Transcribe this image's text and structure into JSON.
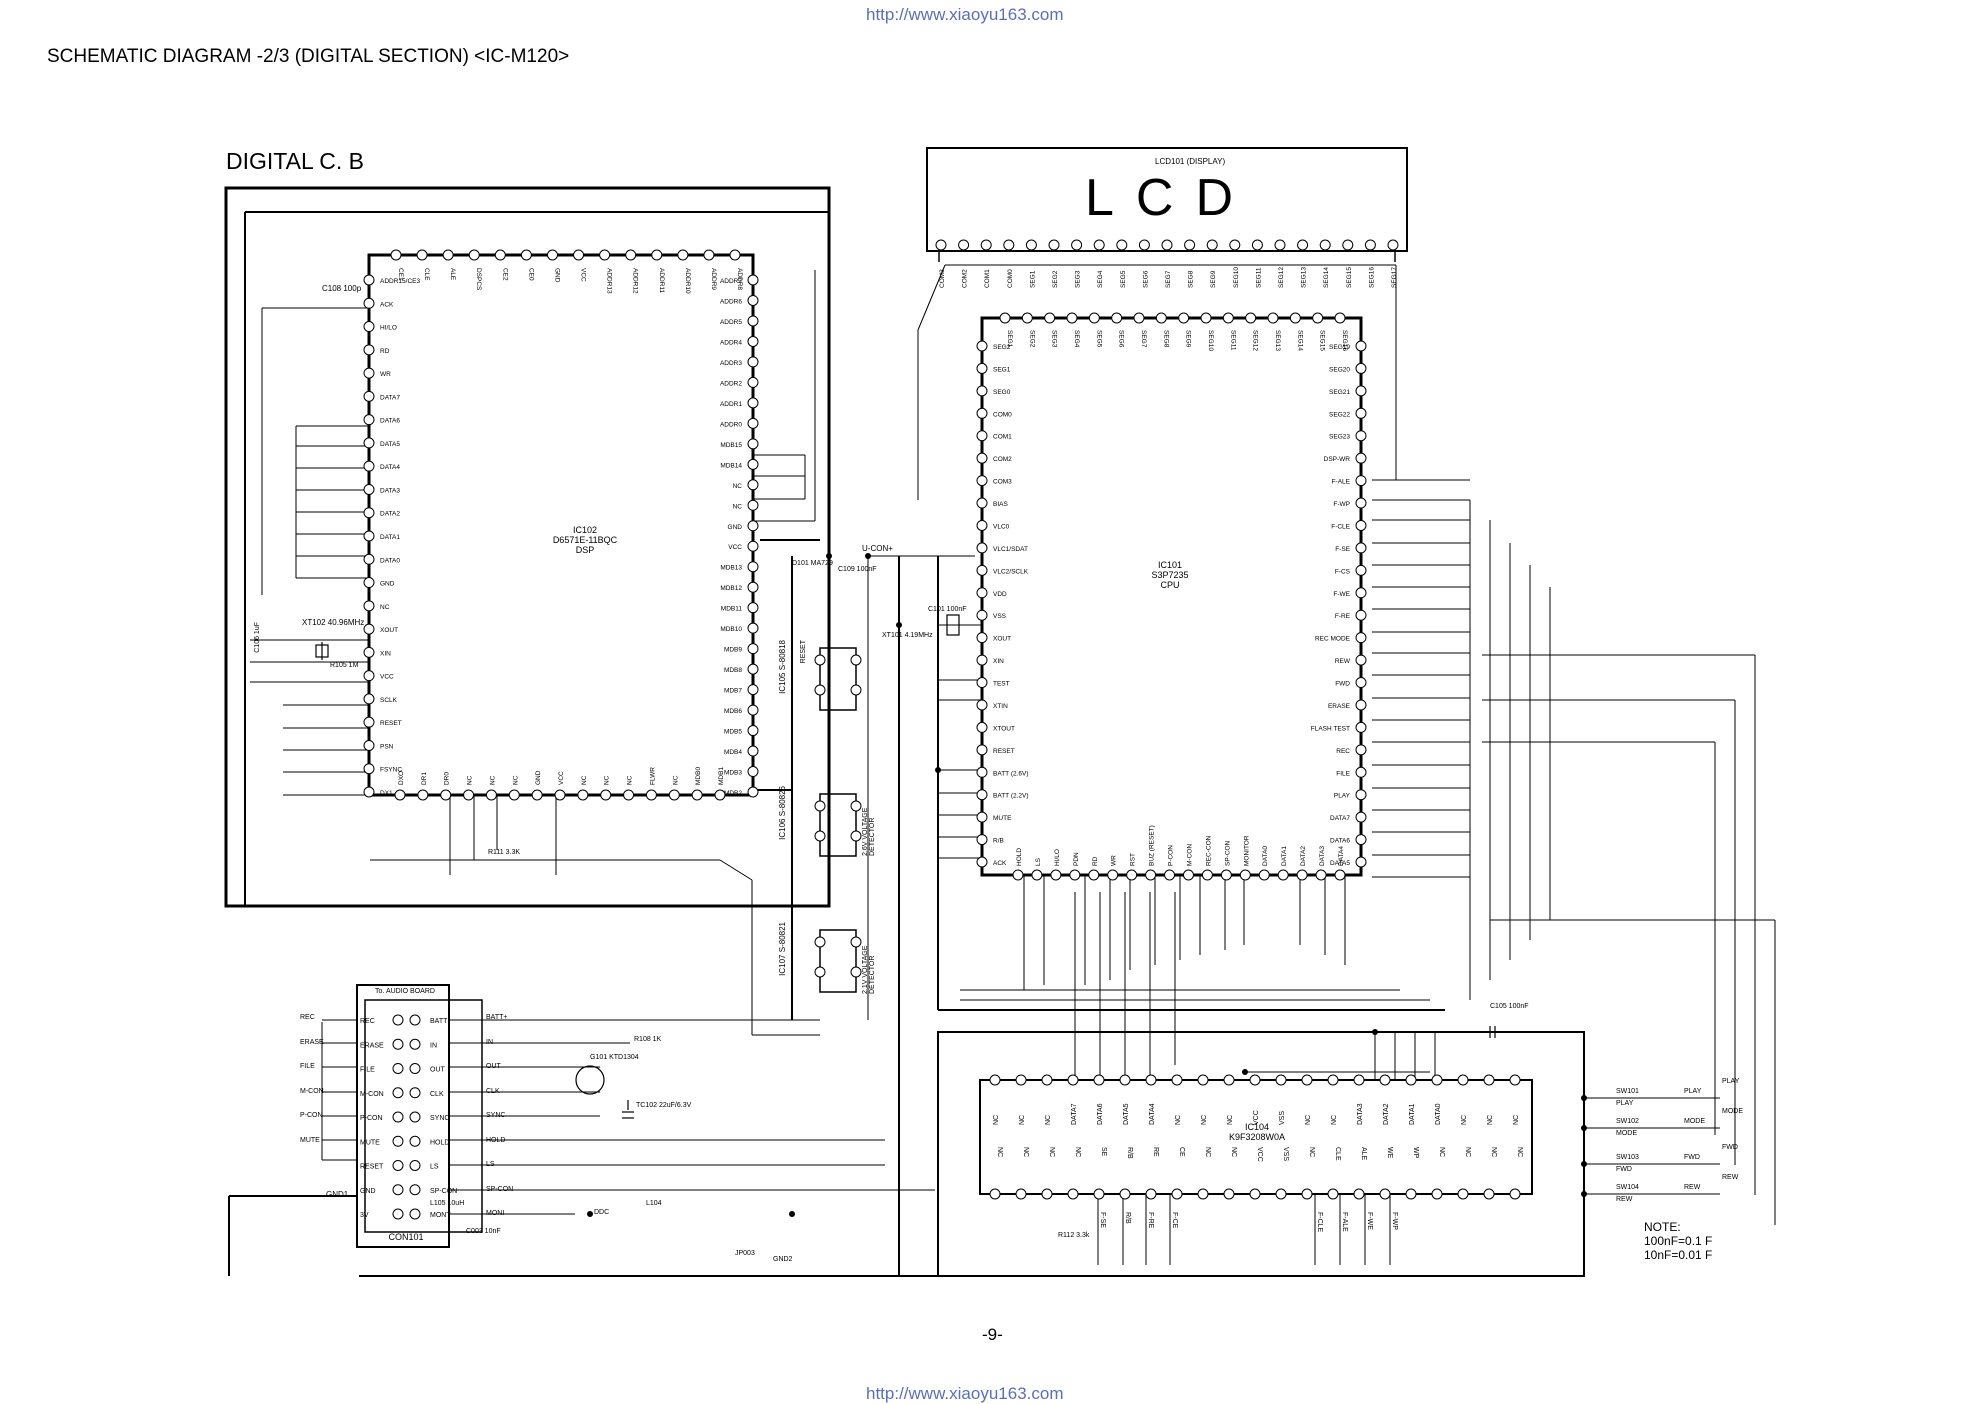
{
  "header": {
    "url_top": "http://www.xiaoyu163.com",
    "url_bottom": "http://www.xiaoyu163.com",
    "title": "SCHEMATIC DIAGRAM -2/3 (DIGITAL SECTION) <IC-M120>"
  },
  "board_title": "DIGITAL C. B",
  "page_number": "-9-",
  "lcd": {
    "ref": "LCD101",
    "ref_suffix": "(DISPLAY)",
    "text": "LCD",
    "pins": [
      "COM3",
      "COM2",
      "COM1",
      "COM0",
      "SEG1",
      "SEG2",
      "SEG3",
      "SEG4",
      "SEG5",
      "SEG6",
      "SEG7",
      "SEG8",
      "SEG9",
      "SEG10",
      "SEG11",
      "SEG12",
      "SEG13",
      "SEG14",
      "SEG15",
      "SEG16",
      "SEG17"
    ]
  },
  "ic102": {
    "ref": "IC102",
    "part": "D6571E-11BQC",
    "type": "DSP",
    "top_pins": [
      "CE1",
      "CLE",
      "ALE",
      "DSPCS",
      "CE2",
      "CE0",
      "GND",
      "VCC",
      "ADDR13",
      "ADDR12",
      "ADDR11",
      "ADDR10",
      "ADDR9",
      "ADDR8"
    ],
    "left_pins": [
      "ADDR15/CE3",
      "ACK",
      "HI/LO",
      "RD",
      "WR",
      "DATA7",
      "DATA6",
      "DATA5",
      "DATA4",
      "DATA3",
      "DATA2",
      "DATA1",
      "DATA0",
      "GND",
      "NC",
      "XOUT",
      "XIN",
      "VCC",
      "SCLK",
      "RESET",
      "PSN",
      "FSYNC",
      "DX1"
    ],
    "right_pins": [
      "ADDR7",
      "ADDR6",
      "ADDR5",
      "ADDR4",
      "ADDR3",
      "ADDR2",
      "ADDR1",
      "ADDR0",
      "MDB15",
      "MDB14",
      "NC",
      "NC",
      "GND",
      "VCC",
      "MDB13",
      "MDB12",
      "MDB11",
      "MDB10",
      "MDB9",
      "MDB8",
      "MDB7",
      "MDB6",
      "MDB5",
      "MDB4",
      "MDB3",
      "MDB2"
    ],
    "bottom_pins": [
      "DXO",
      "DR1",
      "DR0",
      "NC",
      "NC",
      "NC",
      "GND",
      "VCC",
      "NC",
      "NC",
      "NC",
      "FLWR",
      "NC",
      "MDB0",
      "MDB1"
    ]
  },
  "ic101": {
    "ref": "IC101",
    "part": "S3P7235",
    "type": "CPU",
    "top_pins": [
      "SEG1",
      "SEG2",
      "SEG3",
      "SEG4",
      "SEG5",
      "SEG6",
      "SEG7",
      "SEG8",
      "SEG9",
      "SEG10",
      "SEG11",
      "SEG12",
      "SEG13",
      "SEG14",
      "SEG15",
      "SEG16"
    ],
    "left_pins": [
      "SEG2",
      "SEG1",
      "SEG0",
      "COM0",
      "COM1",
      "COM2",
      "COM3",
      "BIAS",
      "VLC0",
      "VLC1/SDAT",
      "VLC2/SCLK",
      "VDD",
      "VSS",
      "XOUT",
      "XIN",
      "TEST",
      "XTIN",
      "XTOUT",
      "RESET",
      "BATT (2.6V)",
      "BATT (2.2V)",
      "MUTE",
      "R/B",
      "ACK"
    ],
    "right_pins": [
      "SEG19",
      "SEG20",
      "SEG21",
      "SEG22",
      "SEG23",
      "DSP-WR",
      "F-ALE",
      "F-WP",
      "F-CLE",
      "F-SE",
      "F-CS",
      "F-WE",
      "F-RE",
      "REC MODE",
      "REW",
      "FWD",
      "ERASE",
      "FLASH TEST",
      "REC",
      "FILE",
      "PLAY",
      "DATA7",
      "DATA6",
      "DATA5"
    ],
    "bottom_pins": [
      "HOLD",
      "LS",
      "HI/LO",
      "PDN",
      "RD",
      "WR",
      "RST",
      "BUZ (RESET)",
      "P-CON",
      "M-CON",
      "REC-CON",
      "SP-CON",
      "MONITOR",
      "DATA0",
      "DATA1",
      "DATA2",
      "DATA3",
      "DATA4"
    ]
  },
  "ic104": {
    "ref": "IC104",
    "part": "K9F3208W0A",
    "top_pins": [
      "NC",
      "NC",
      "NC",
      "DATA7",
      "DATA6",
      "DATA5",
      "DATA4",
      "NC",
      "NC",
      "NC",
      "VCC",
      "VSS",
      "NC",
      "NC",
      "DATA3",
      "DATA2",
      "DATA1",
      "DATA0",
      "NC",
      "NC",
      "NC"
    ],
    "bottom_pins": [
      "NC",
      "NC",
      "NC",
      "NC",
      "SE",
      "R/B",
      "RE",
      "CE",
      "NC",
      "NC",
      "VCC",
      "VSS",
      "NC",
      "CLE",
      "ALE",
      "WE",
      "WP",
      "NC",
      "NC",
      "NC",
      "NC"
    ],
    "bottom_signals": [
      "F-SE",
      "R/B",
      "F-RE",
      "F-CE",
      "F-CLE",
      "F-ALE",
      "F-WE",
      "F-WP"
    ]
  },
  "regulators": [
    {
      "ref": "IC105",
      "part": "S-80818",
      "note": "RESET"
    },
    {
      "ref": "IC106",
      "part": "S-80826",
      "note": "2.6V VOLTAGE DETECTOR"
    },
    {
      "ref": "IC107",
      "part": "S-80821",
      "note": "2.1V VOLTAGE DETECTOR"
    }
  ],
  "con101": {
    "ref": "CON101",
    "heading": "To. AUDIO BOARD",
    "left_labels": [
      "REC",
      "ERASE",
      "FILE",
      "M-CON",
      "P-CON",
      "MUTE",
      "RESET",
      "GND",
      "3V"
    ],
    "right_labels": [
      "BATT",
      "IN",
      "OUT",
      "CLK",
      "SYNC",
      "HOLD",
      "LS",
      "SP-CON",
      "MONT"
    ],
    "ext_left": [
      "REC",
      "ERASE",
      "FILE",
      "M-CON",
      "P-CON",
      "MUTE"
    ],
    "ext_right": [
      "BATT+",
      "IN",
      "OUT",
      "CLK",
      "SYNC",
      "HOLD",
      "LS",
      "SP-CON",
      "MONI"
    ]
  },
  "switches": [
    {
      "ref": "SW101",
      "label": "PLAY",
      "net": "PLAY"
    },
    {
      "ref": "SW102",
      "label": "MODE",
      "net": "MODE"
    },
    {
      "ref": "SW103",
      "label": "FWD",
      "net": "FWD"
    },
    {
      "ref": "SW104",
      "label": "REW",
      "net": "REW"
    }
  ],
  "parts": {
    "c108": "C108 100p",
    "xt102": "XT102 40.96MHz",
    "c106": "C106 1uF",
    "r105": "R105 1M",
    "c101": "C101 100nF",
    "xt101": "XT101 4.19MHz",
    "d101": "D101 MA729",
    "c109": "C109 100nF",
    "ucon": "U-CON+",
    "g101": "G101 KTD1304",
    "r108": "R108 1K",
    "tc102": "TC102 22uF/6.3V",
    "l104": "L104",
    "c105": "C105 100nF",
    "r111": "R111 3.3K",
    "r112": "R112 3.3k",
    "c003": "C003 10nF",
    "l105": "L105 10uH",
    "jp003": "JP003",
    "gnd1": "GND1",
    "gnd2": "GND2",
    "ddc": "DDC"
  },
  "note": {
    "title": "NOTE:",
    "line1": "100nF=0.1 F",
    "line2": "10nF=0.01 F"
  }
}
